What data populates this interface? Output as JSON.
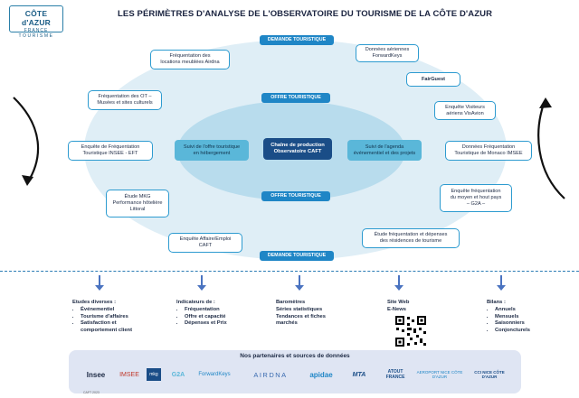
{
  "logo": {
    "line1": "CÔTE d'AZUR",
    "line2": "FRANCE",
    "line3": "TOURISME"
  },
  "title": "LES PÉRIMÈTRES D'ANALYSE DE L'OBSERVATOIRE DU TOURISME DE LA CÔTE D'AZUR",
  "pills": {
    "demande_top": "DEMANDE TOURISTIQUE",
    "offre_top": "OFFRE TOURISTIQUE",
    "offre_bottom": "OFFRE TOURISTIQUE",
    "demande_bottom": "DEMANDE TOURISTIQUE"
  },
  "center": "Chaîne de production\nObservatoire CAFT",
  "inner_left": "Suivi de l'offre touristique\nen hébergement",
  "inner_right": "Suivi de l'agenda\névénementiel et des projets",
  "boxes": {
    "airdna": "Fréquentation des\nlocations meublées Airdna",
    "forwardkeys": "Données aériennes\nForwardKeys",
    "fairguest": "FairGuest",
    "ot": "Fréquentation des OT –\nMusées et sites culturels",
    "visavion": "Enquête Visiteurs\naériens VisAvion",
    "insee": "Enquête de Fréquentation\nTouristique INSEE - EFT",
    "monaco": "Données Fréquentation\nTouristique de Monaco IMSEE",
    "mkg": "Étude MKG\nPerformance hôtelière\nLittoral",
    "g2a": "Enquête fréquentation\ndu moyen et hout pays\n– G2A –",
    "emploi": "Enquête Affaire/Emploi\nCAFT",
    "residences": "Étude fréquentation et dépenses\ndes résidences de tourisme"
  },
  "columns": [
    {
      "heading": "Etudes diverses :",
      "items": [
        "Événementiel",
        "Tourisme d'affaires",
        "Satisfaction et\ncomportement client"
      ]
    },
    {
      "heading": "Indicateurs de :",
      "items": [
        "Fréquentation",
        "Offre et capacité",
        "Dépenses et Prix"
      ]
    },
    {
      "lines": [
        "Baromètres",
        "Séries statistiques",
        "Tendances et fiches\nmarchés"
      ]
    },
    {
      "lines": [
        "Site Web",
        "E-News"
      ]
    },
    {
      "heading": "Bilans :",
      "items": [
        "Annuels",
        "Mensuels",
        "Saisonniers",
        "Conjoncturels"
      ]
    }
  ],
  "partners": {
    "title": "Nos partenaires et sources de données",
    "logos": [
      "Insee",
      "IMSEE",
      "mkg",
      "G2A",
      "ForwardKeys",
      "AIRDNA",
      "apidae",
      "MTA",
      "ATOUT FRANCE",
      "AEROPORT NICE CÔTE D'AZUR",
      "CCI NICE CÔTE D'AZUR"
    ]
  },
  "footer": "CAFT 2023",
  "colors": {
    "accent": "#1f86c6",
    "dark": "#1a4d87",
    "outer": "#dfeef6",
    "inner": "#b8dced"
  }
}
